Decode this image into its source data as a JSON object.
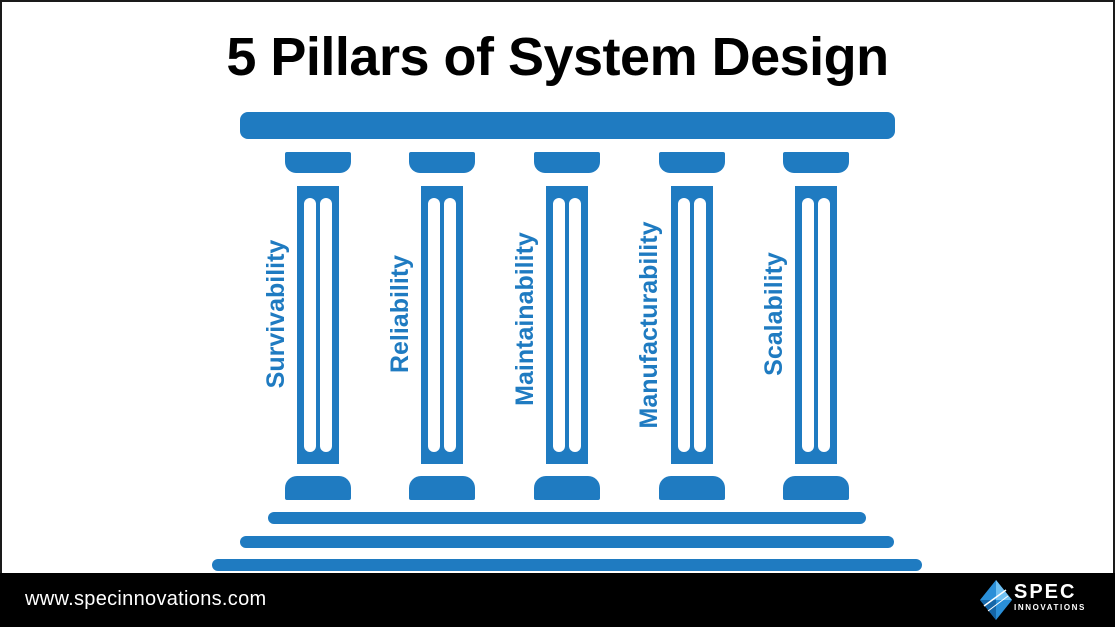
{
  "title": "5 Pillars of System Design",
  "pillars": [
    {
      "label": "Survivability"
    },
    {
      "label": "Reliability"
    },
    {
      "label": "Maintainability"
    },
    {
      "label": "Manufacturability"
    },
    {
      "label": "Scalability"
    }
  ],
  "footer": {
    "url": "www.specinnovations.com",
    "logo_word": "SPEC",
    "logo_sub": "INNOVATIONS"
  },
  "colors": {
    "pillar_blue": "#1f7bc1",
    "footer_bg": "#000000",
    "background": "#ffffff"
  },
  "icons": {
    "logo": "diamond-logo-icon"
  }
}
